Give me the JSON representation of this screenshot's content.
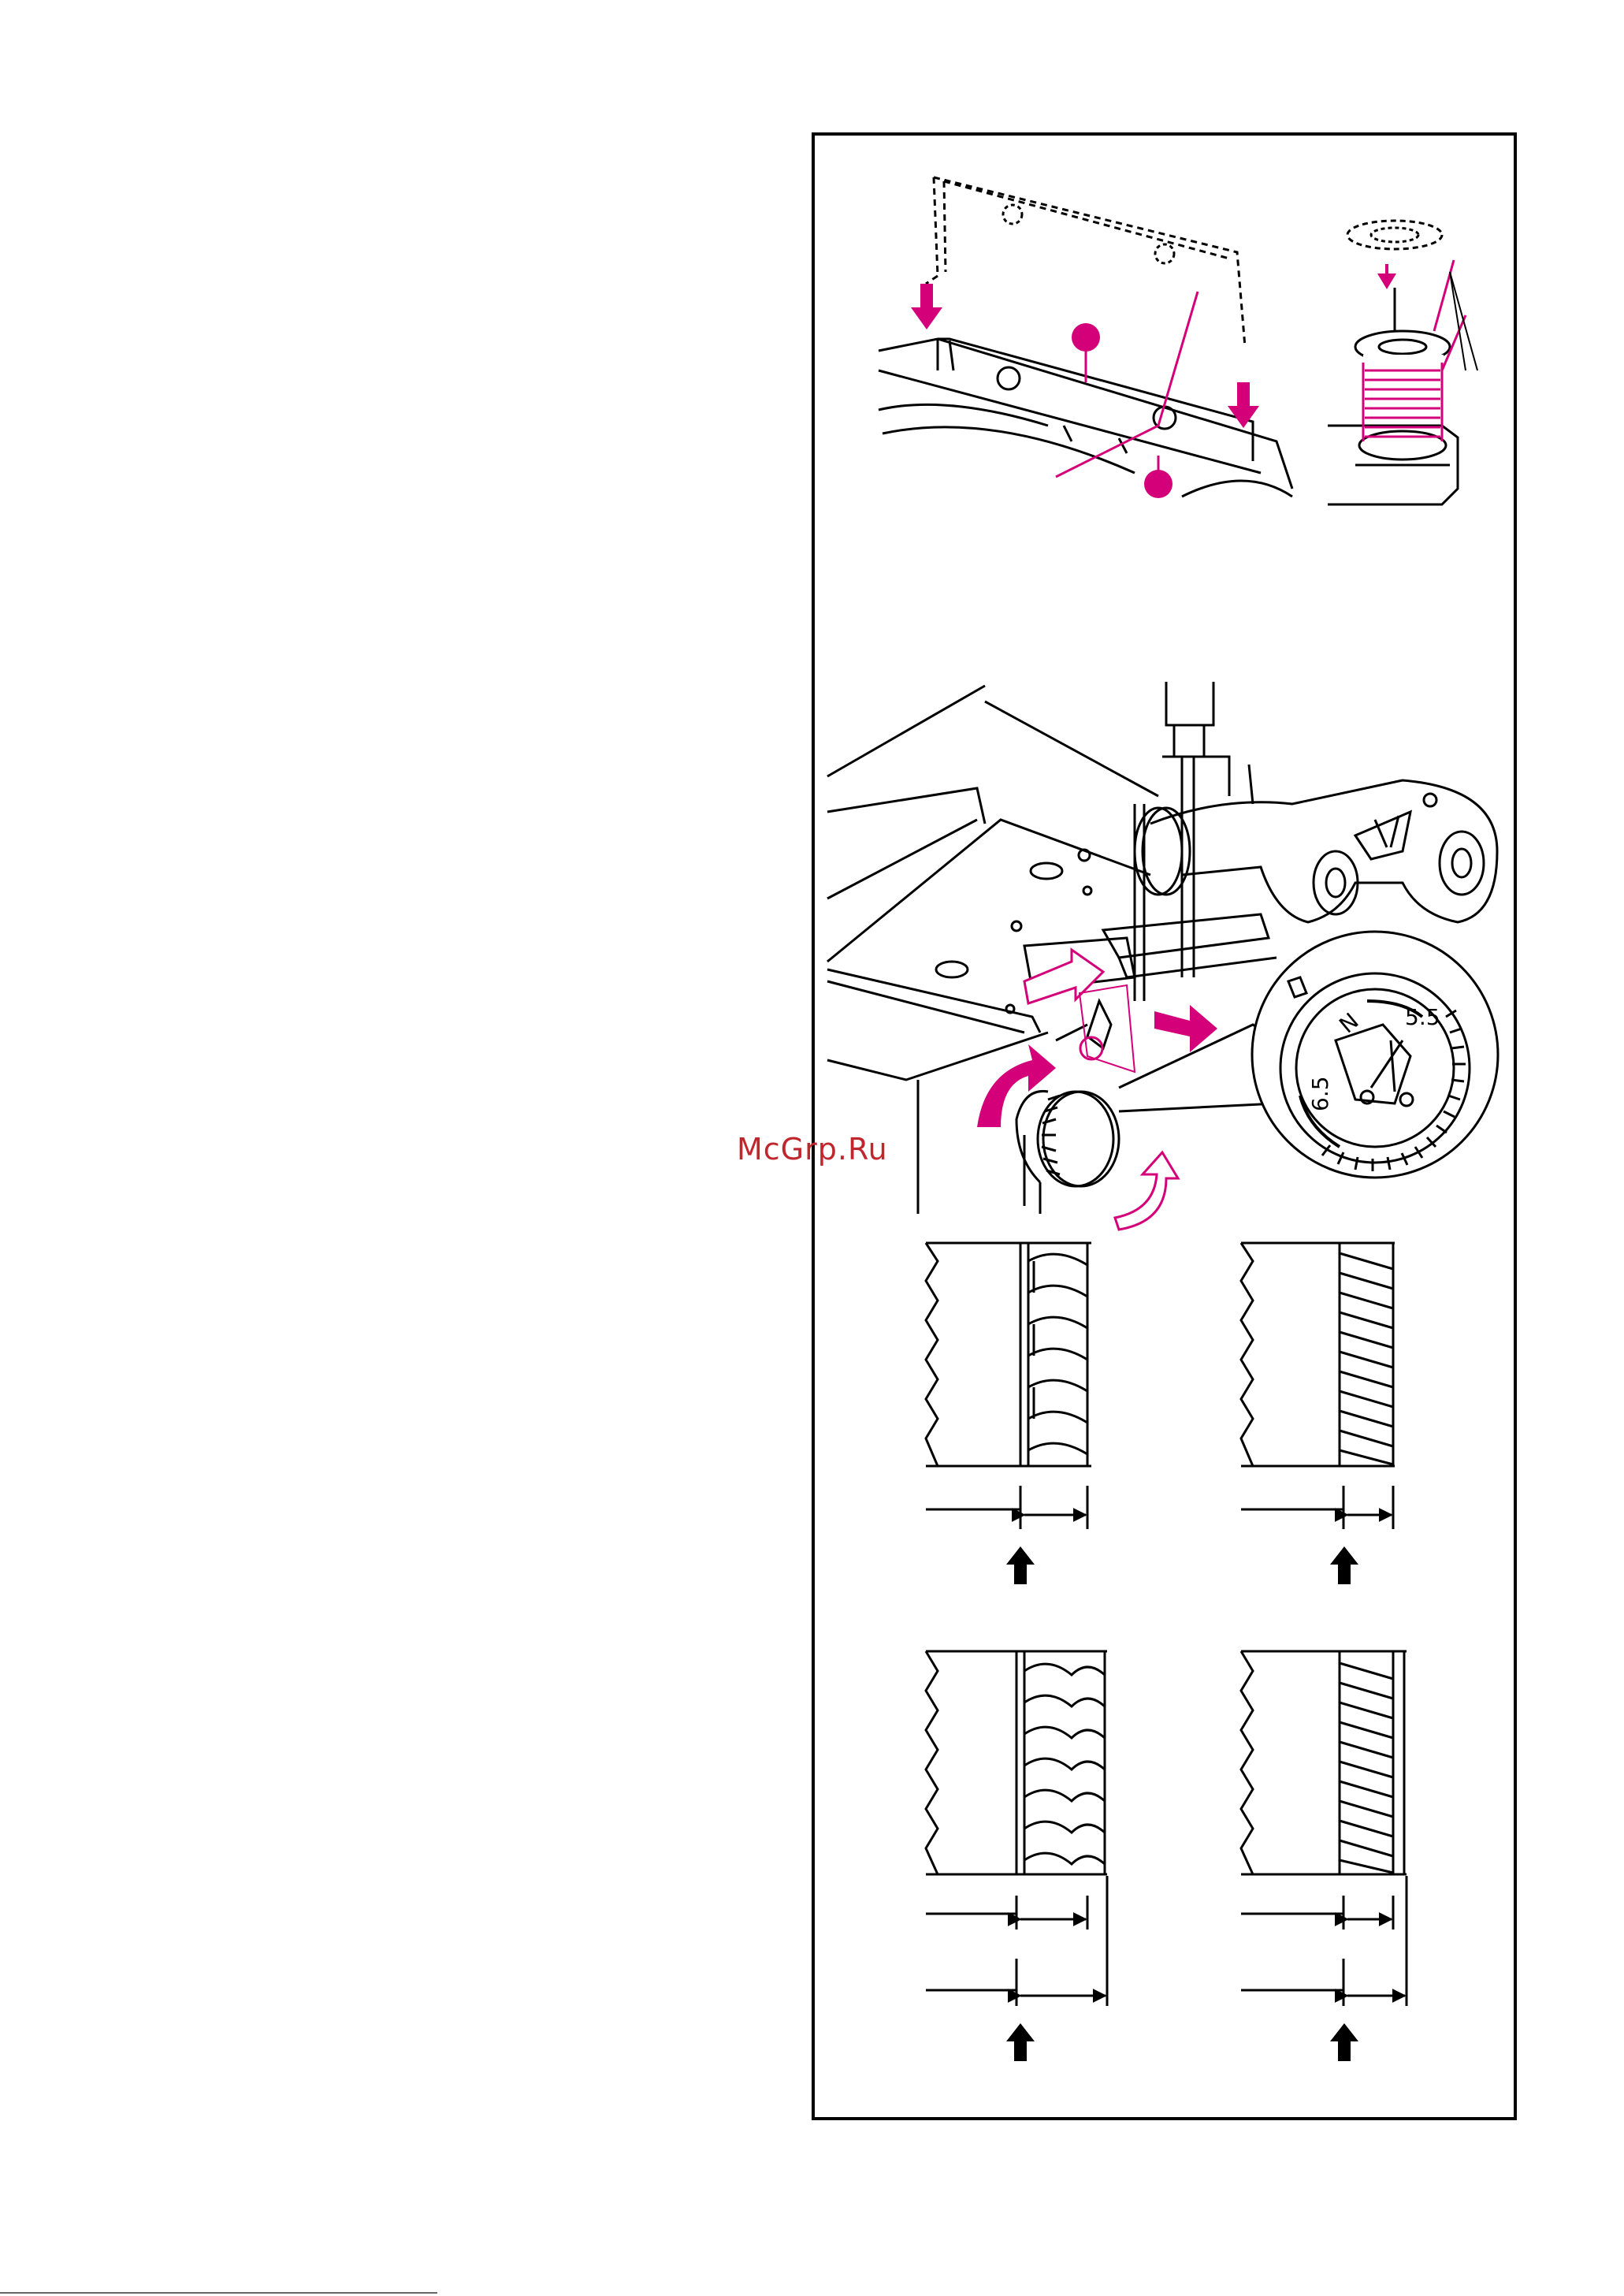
{
  "watermark": {
    "text": "McGrp.Ru"
  },
  "dial": {
    "marks": [
      "5.5",
      "N",
      "6.5"
    ]
  },
  "colors": {
    "accent": "#d4007a",
    "line": "#000000",
    "watermark": "#c0262d"
  }
}
